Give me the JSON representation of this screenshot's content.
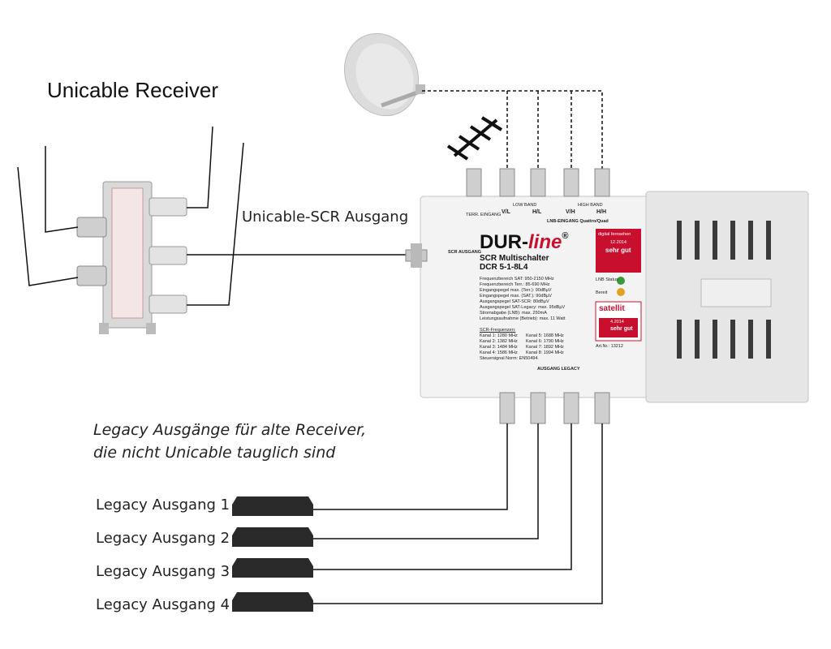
{
  "labels": {
    "title": "Unicable Receiver",
    "scr_output": "Unicable-SCR Ausgang",
    "legacy_note_line1": "Legacy Ausgänge für alte Receiver,",
    "legacy_note_line2": "die nicht Unicable tauglich sind",
    "outputs": [
      "Legacy Ausgang 1",
      "Legacy Ausgang 2",
      "Legacy Ausgang 3",
      "Legacy Ausgang 4"
    ]
  },
  "switch": {
    "brand_dur": "DUR-",
    "brand_line": "line",
    "brand_reg": "®",
    "model_line1": "SCR Multischalter",
    "model_line2": "DCR 5-1-8L4",
    "scr_port": "SCR AUSGANG",
    "inputs": [
      "TERR. EINGANG",
      "V/L",
      "H/L",
      "V/H",
      "H/H"
    ],
    "band_low": "LOW BAND",
    "band_high": "HIGH BAND",
    "lnb_input": "LNB-EINGANG Quattro/Quad",
    "legacy_output": "AUSGANG LEGACY",
    "badge1_title": "digital fernsehen",
    "badge1_rating": "sehr gut",
    "badge1_date": "12.2014",
    "badge2_title": "satellit",
    "badge2_rating": "sehr gut",
    "badge2_date": "4.2014",
    "status_lnb": "LNB Status",
    "status_ready": "Bereit",
    "article_no": "Art.Nr.: 13212",
    "specs": [
      [
        "Frequenzbereich SAT:",
        "950-2150 MHz"
      ],
      [
        "Frequenzbereich Terr.:",
        "85-690 MHz"
      ],
      [
        "Eingangspegel max. (Terr.):",
        "90dBµV"
      ],
      [
        "Eingangspegel max. (SAT.):",
        "90dBµV"
      ],
      [
        "Ausgangspegel SAT-SCR:",
        "80dBµV"
      ],
      [
        "Ausgangspegel SAT-Legacy:",
        "max. 95dBµV"
      ],
      [
        "Stromabgabe (LNB):",
        "max. 250mA"
      ],
      [
        "Leistungsaufnahme (Betrieb):",
        "max. 11 Watt"
      ]
    ],
    "scr_freq_title": "SCR-Frequenzen:",
    "channels_left": [
      "Kanal 1: 1280 MHz",
      "Kanal 2: 1382 MHz",
      "Kanal 3: 1484 MHz",
      "Kanal 4: 1586 MHz"
    ],
    "channels_right": [
      "Kanal 5: 1688 MHz",
      "Kanal 6: 1790 MHz",
      "Kanal 7: 1892 MHz",
      "Kanal 8: 1994 MHz"
    ],
    "control_norm": "Steuersignal Norm: EN50494"
  },
  "icons": {
    "dish": "satellite-dish-icon",
    "antenna": "terrestrial-antenna-icon",
    "splitter": "splitter-icon",
    "receiver": "set-top-box-icon"
  }
}
